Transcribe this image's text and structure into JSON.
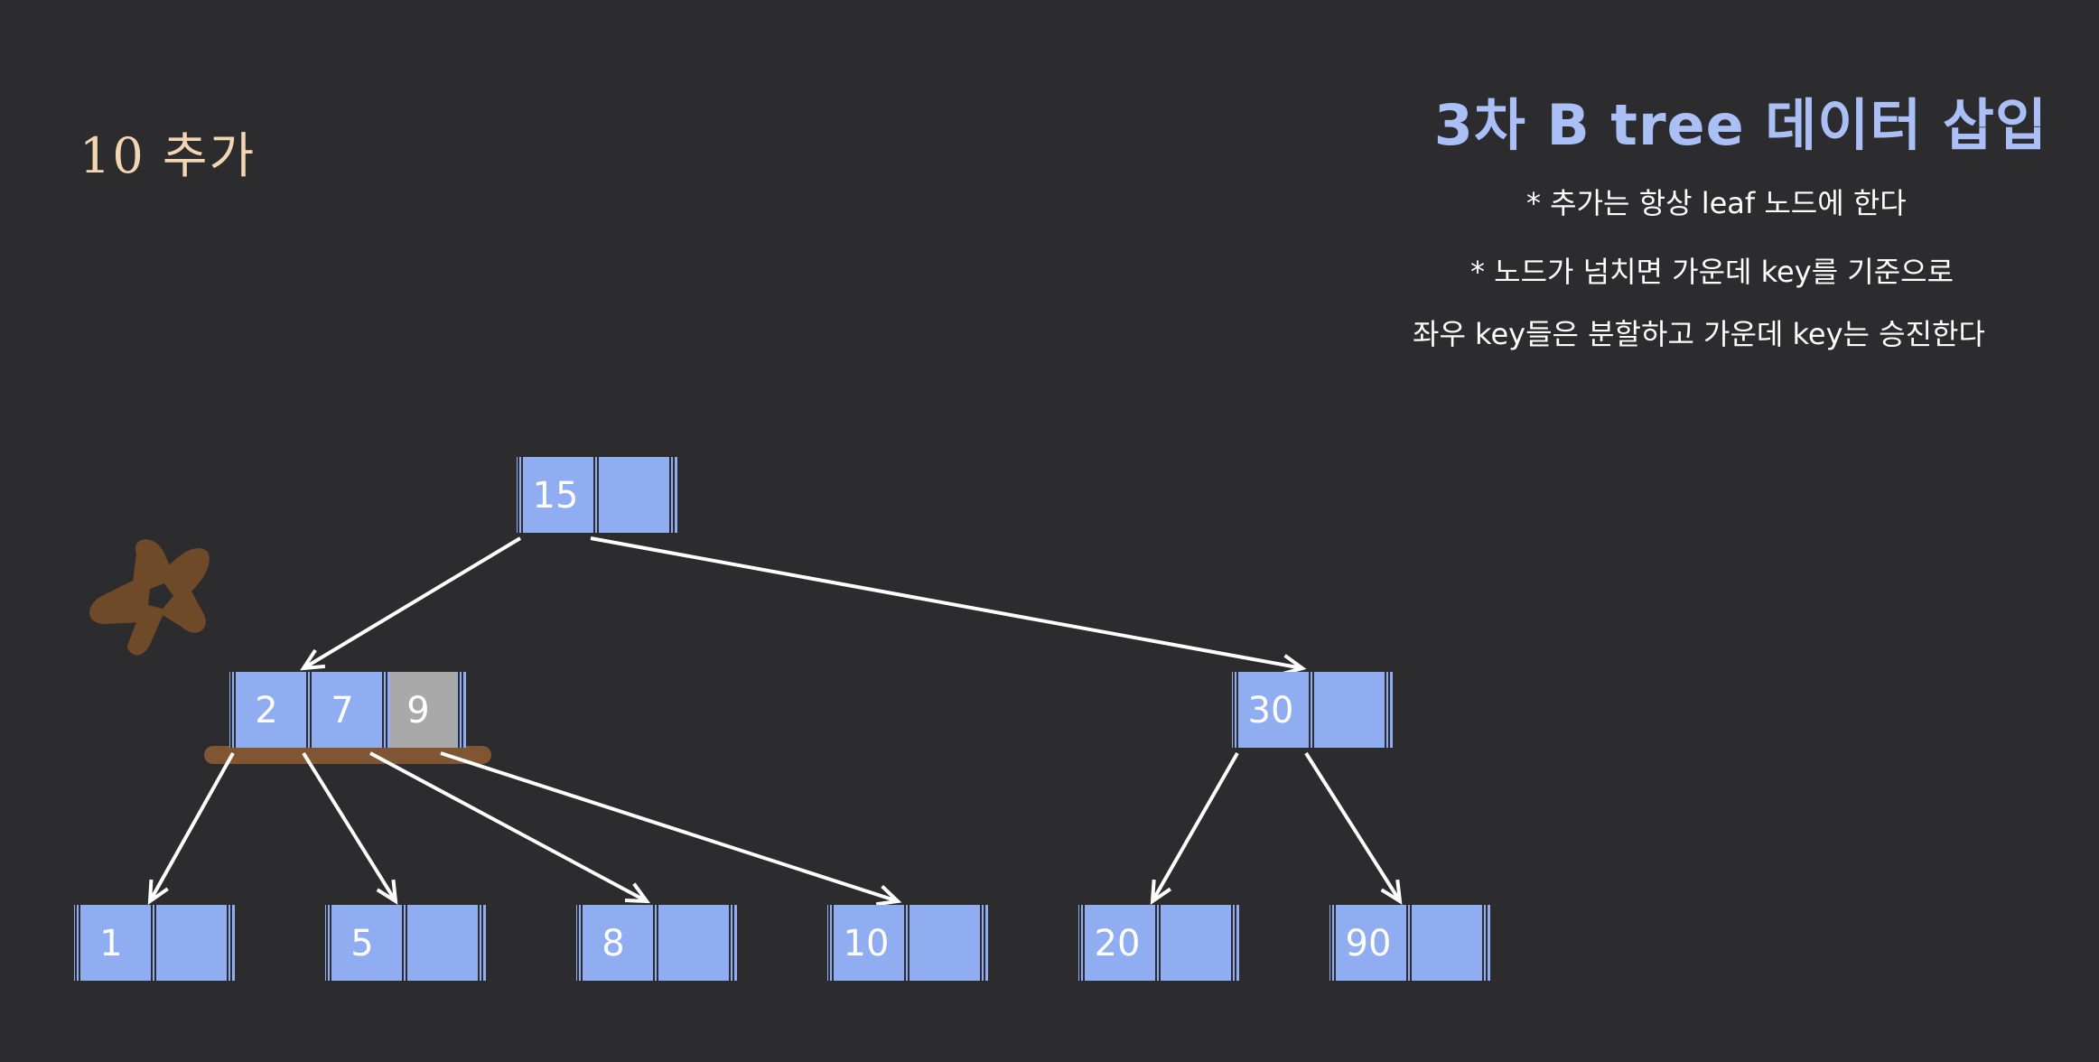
{
  "note": "10 추가",
  "title": "3차 B tree 데이터 삽입",
  "rules": [
    "* 추가는 항상 leaf 노드에 한다",
    "* 노드가 넘치면 가운데 key를 기준으로",
    "좌우 key들은 분할하고 가운데 key는 승진한다"
  ],
  "colors": {
    "background": "#2c2b2d",
    "key_fill": "#8fadf0",
    "overflow_key_fill": "#a9a9a9",
    "note_text": "#f2d6b3",
    "title_text": "#a9bff5",
    "highlight": "#8a5a32"
  },
  "tree": {
    "nodes": [
      {
        "id": "root",
        "keys": [
          "15",
          ""
        ]
      },
      {
        "id": "left-internal",
        "keys": [
          "2",
          "7",
          "9"
        ],
        "overflow_key": "9"
      },
      {
        "id": "right-internal",
        "keys": [
          "30",
          ""
        ]
      },
      {
        "id": "leaf-1",
        "keys": [
          "1",
          ""
        ]
      },
      {
        "id": "leaf-5",
        "keys": [
          "5",
          ""
        ]
      },
      {
        "id": "leaf-8",
        "keys": [
          "8",
          ""
        ]
      },
      {
        "id": "leaf-10",
        "keys": [
          "10",
          ""
        ]
      },
      {
        "id": "leaf-20",
        "keys": [
          "20",
          ""
        ]
      },
      {
        "id": "leaf-90",
        "keys": [
          "90",
          ""
        ]
      }
    ],
    "edges": [
      {
        "from": "root",
        "to": "left-internal"
      },
      {
        "from": "root",
        "to": "right-internal"
      },
      {
        "from": "left-internal",
        "to": "leaf-1"
      },
      {
        "from": "left-internal",
        "to": "leaf-5"
      },
      {
        "from": "left-internal",
        "to": "leaf-8"
      },
      {
        "from": "left-internal",
        "to": "leaf-10"
      },
      {
        "from": "right-internal",
        "to": "leaf-20"
      },
      {
        "from": "right-internal",
        "to": "leaf-90"
      }
    ]
  },
  "annotations": {
    "star_doodle": "star-doodle",
    "underline": "overflow-underline"
  }
}
